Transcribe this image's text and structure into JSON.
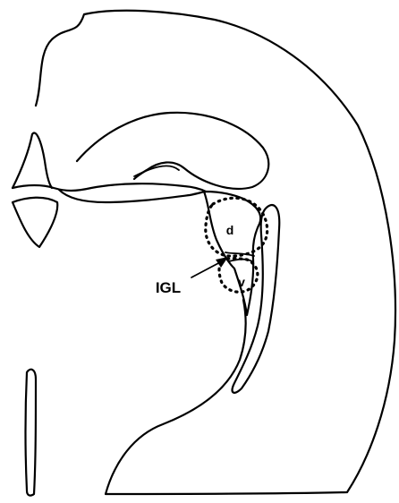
{
  "labels": {
    "dorsal": "d",
    "ventral": "v",
    "igl": "IGL"
  }
}
